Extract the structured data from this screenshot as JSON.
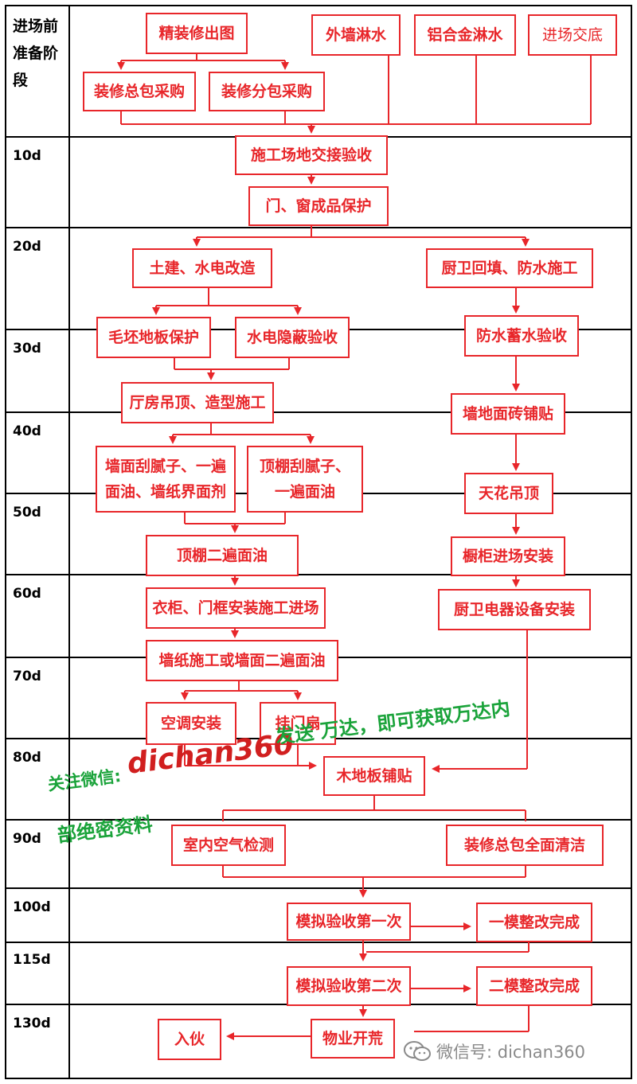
{
  "stages": [
    "进场前准备阶段",
    "10d",
    "20d",
    "30d",
    "40d",
    "50d",
    "60d",
    "70d",
    "80d",
    "90d",
    "100d",
    "115d",
    "130d"
  ],
  "boxes": {
    "b1": "精装修出图",
    "b2": "外墙淋水",
    "b3": "铝合金淋水",
    "b4": "进场交底",
    "b5": "装修总包采购",
    "b6": "装修分包采购",
    "b7": "施工场地交接验收",
    "b8": "门、窗成品保护",
    "b9": "土建、水电改造",
    "b10": "厨卫回填、防水施工",
    "b11": "毛坯地板保护",
    "b12": "水电隐蔽验收",
    "b13": "防水蓄水验收",
    "b14": "厅房吊顶、造型施工",
    "b15": "墙地面砖铺贴",
    "b16a": "墙面刮腻子、一遍",
    "b16b": "面油、墙纸界面剂",
    "b17a": "顶棚刮腻子、",
    "b17b": "一遍面油",
    "b18": "天花吊顶",
    "b19": "顶棚二遍面油",
    "b20": "橱柜进场安装",
    "b21": "衣柜、门框安装施工进场",
    "b22": "厨卫电器设备安装",
    "b23": "墙纸施工或墙面二遍面油",
    "b24": "空调安装",
    "b25": "挂门扇",
    "b26": "木地板铺贴",
    "b27": "室内空气检测",
    "b28": "装修总包全面清洁",
    "b29": "模拟验收第一次",
    "b30": "一模整改完成",
    "b31": "模拟验收第二次",
    "b32": "二模整改完成",
    "b33": "入伙",
    "b34": "物业开荒"
  },
  "watermark": {
    "line1_prefix": "关注微信:",
    "line1_brand": "dichan360",
    "line1_suffix": "发送 万达，即可获取万达内",
    "line2": "部绝密资料"
  },
  "logo": {
    "text": "微信号: dichan360",
    "icon": "wechat-logo-icon"
  },
  "colors": {
    "accent": "#e8262a",
    "watermark": "#1aa33a"
  }
}
